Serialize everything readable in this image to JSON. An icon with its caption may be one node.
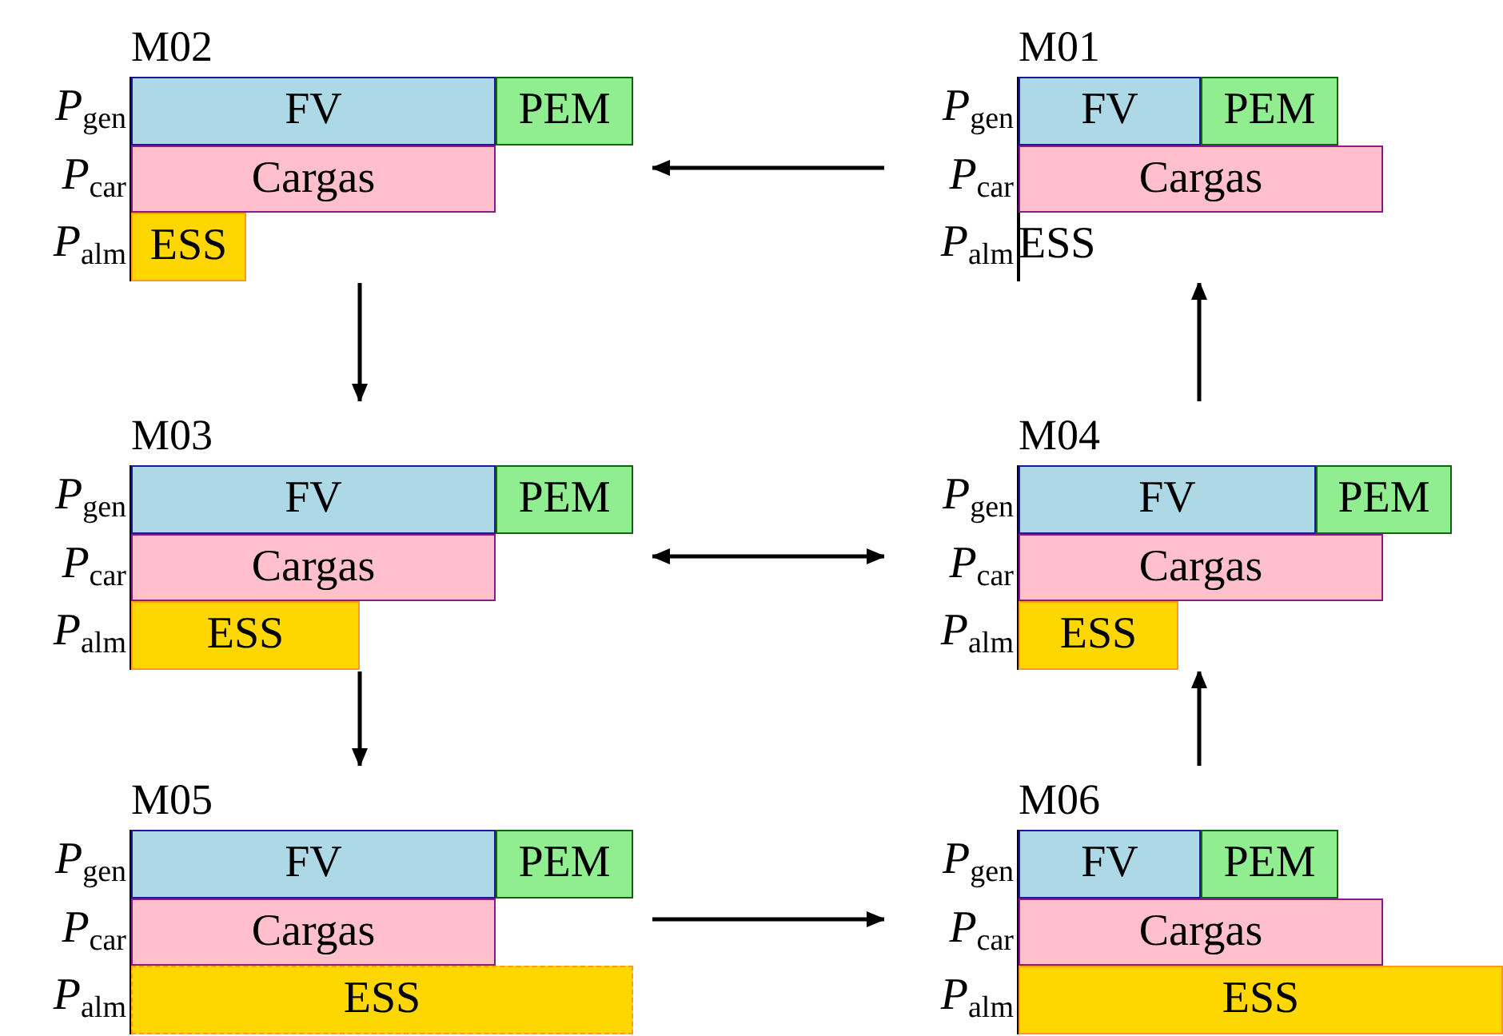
{
  "diagram": {
    "nodes": [
      {
        "text": [
          "M02",
          "*P*$_{gen}$",
          "*P*$_{car}$",
          "*P*$_{alm}$"
        ]
      },
      {
        "text": [
          "FV"
        ],
        "in": 0
      },
      {
        "text": [
          "PEM"
        ],
        "in": 0
      },
      {
        "text": [
          "Cargas"
        ],
        "in": 0
      },
      {
        "text": [
          "ESS"
        ],
        "in": 0
      },
      {
        "text": [
          "M01",
          "*P*$_{gen}$",
          "*P*$_{car}$",
          "*P*$_{alm}$"
        ]
      },
      {
        "text": [
          "FV"
        ],
        "in": 5
      },
      {
        "text": [
          "PEM"
        ],
        "in": 5
      },
      {
        "text": [
          "Cargas"
        ],
        "in": 5
      },
      {
        "text": [
          "ESS"
        ],
        "in": 5
      },
      {
        "text": [
          "M03",
          "*P*$_{gen}$",
          "*P*$_{car}$",
          "*P*$_{alm}$"
        ]
      },
      {
        "text": [
          "FV"
        ],
        "in": 10
      },
      {
        "text": [
          "PEM"
        ],
        "in": 10
      },
      {
        "text": [
          "Cargas"
        ],
        "in": 10
      },
      {
        "text": [
          "ESS"
        ],
        "in": 10
      },
      {
        "text": [
          "M04",
          "*P*$_{gen}$",
          "*P*$_{car}$",
          "*P*$_{alm}$"
        ]
      },
      {
        "text": [
          "FV"
        ],
        "in": 15
      },
      {
        "text": [
          "PEM"
        ],
        "in": 15
      },
      {
        "text": [
          "Cargas"
        ],
        "in": 15
      },
      {
        "text": [
          "ESS"
        ],
        "in": 15
      },
      {
        "text": [
          "M05",
          "*P*$_{gen}$",
          "*P*$_{car}$",
          "*P*$_{alm}$"
        ]
      },
      {
        "text": [
          "FV"
        ],
        "in": 20
      },
      {
        "text": [
          "PEM"
        ],
        "in": 20
      },
      {
        "text": [
          "Cargas"
        ],
        "in": 20
      },
      {
        "text": [
          "ESS"
        ],
        "in": 20
      },
      {
        "text": [
          "M06",
          "*P*$_{gen}$",
          "*P*$_{car}$",
          "*P*$_{alm}$"
        ]
      },
      {
        "text": [
          "FV"
        ],
        "in": 25
      },
      {
        "text": [
          "PEM"
        ],
        "in": 25
      },
      {
        "text": [
          "Cargas"
        ],
        "in": 25
      },
      {
        "text": [
          "ESS"
        ],
        "in": 25
      }
    ],
    "edges": [
      {
        "from": 5,
        "to": 0,
        "arrow": "to"
      },
      {
        "from": 0,
        "to": 10,
        "arrow": "to"
      },
      {
        "from": 10,
        "to": 15,
        "arrow": "both"
      },
      {
        "from": 10,
        "to": 20,
        "arrow": "to"
      },
      {
        "from": 20,
        "to": 25,
        "arrow": "to"
      },
      {
        "from": 25,
        "to": 15,
        "arrow": "to"
      },
      {
        "from": 15,
        "to": 5,
        "arrow": "to"
      }
    ]
  }
}
